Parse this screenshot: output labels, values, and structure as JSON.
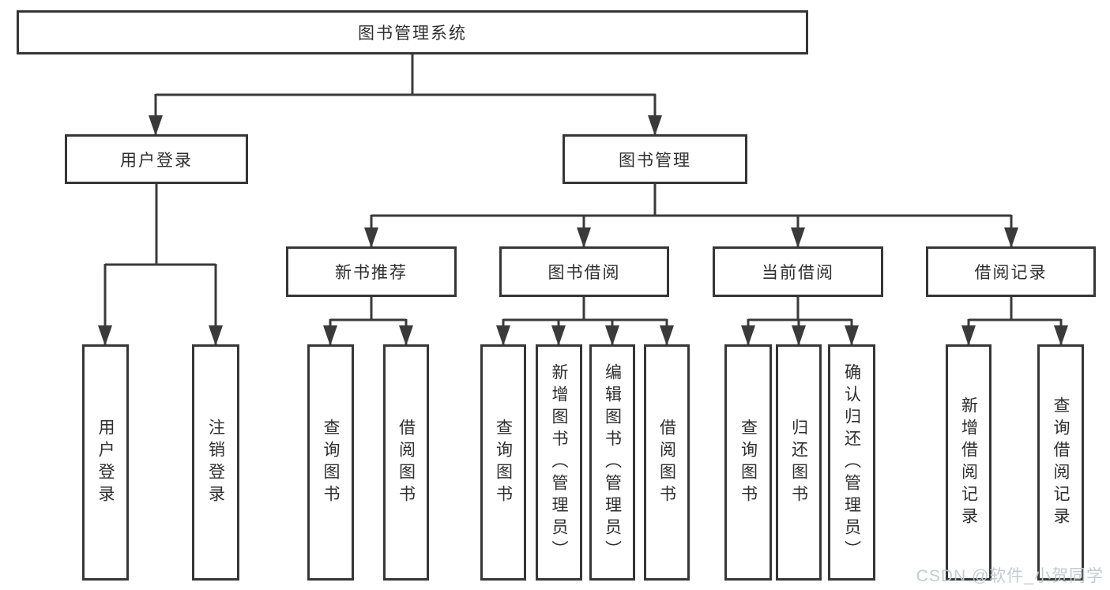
{
  "colors": {
    "background": "#ffffff",
    "line": "#3a3a3a",
    "box_border": "#363636",
    "text": "#2e2e2e",
    "watermark": "#c3c7cd"
  },
  "watermark": "CSDN @软件_小贺同学",
  "tree": {
    "root": "图书管理系统",
    "branches": [
      {
        "label": "用户登录",
        "leaves": [
          "用户登录",
          "注销登录"
        ]
      },
      {
        "label": "图书管理",
        "groups": [
          {
            "label": "新书推荐",
            "leaves": [
              "查询图书",
              "借阅图书"
            ]
          },
          {
            "label": "图书借阅",
            "leaves": [
              "查询图书",
              "新增图书（管理员）",
              "编辑图书（管理员）",
              "借阅图书"
            ]
          },
          {
            "label": "当前借阅",
            "leaves": [
              "查询图书",
              "归还图书",
              "确认归还（管理员）"
            ]
          },
          {
            "label": "借阅记录",
            "leaves": [
              "新增借阅记录",
              "查询借阅记录"
            ]
          }
        ]
      }
    ]
  }
}
